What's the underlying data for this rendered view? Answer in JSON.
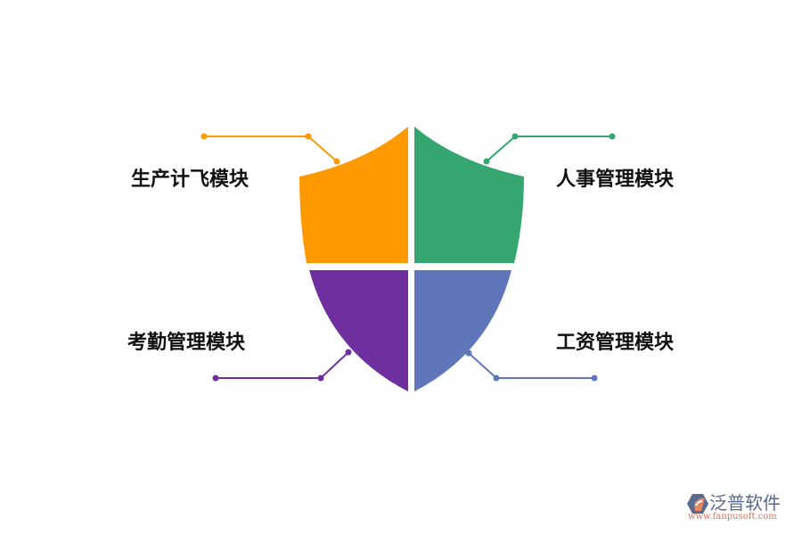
{
  "diagram": {
    "type": "shield-quadrant",
    "quadrants": [
      {
        "position": "top-left",
        "label": "生产计飞模块",
        "color": "#FF9900"
      },
      {
        "position": "top-right",
        "label": "人事管理模块",
        "color": "#35A670"
      },
      {
        "position": "bottom-left",
        "label": "考勤管理模块",
        "color": "#6F2F9E"
      },
      {
        "position": "bottom-right",
        "label": "工资管理模块",
        "color": "#5F77BA"
      }
    ]
  },
  "logo": {
    "brand": "泛普软件",
    "url": "www.fanpusoft.com",
    "icon": "fanpu-hexagon-logo-icon",
    "colors": {
      "primary": "#5A6A8E",
      "accent": "#E8875F"
    }
  }
}
